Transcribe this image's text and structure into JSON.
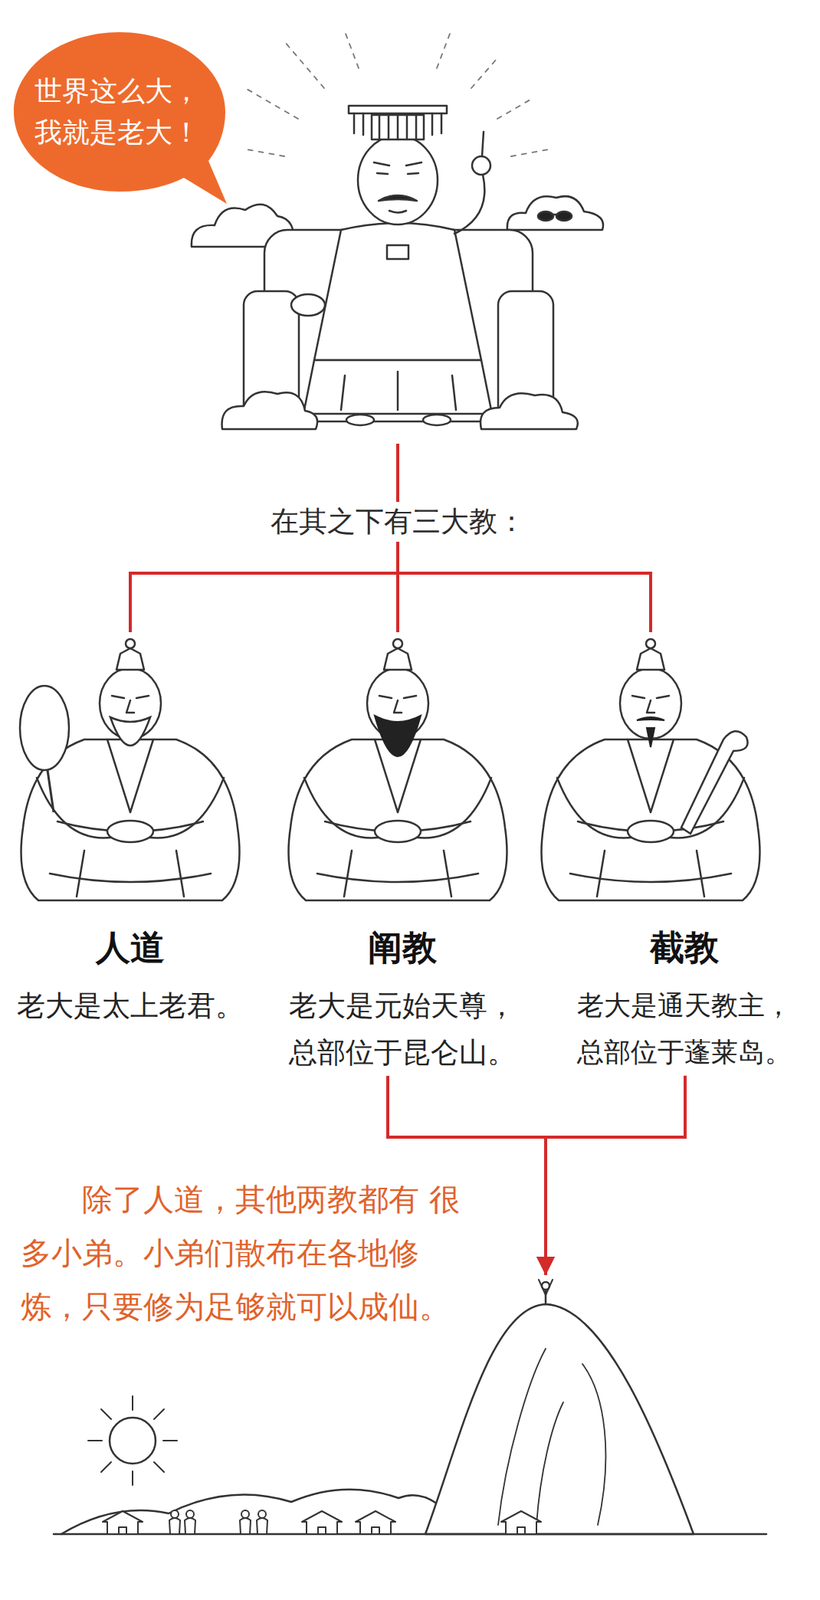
{
  "diagram": {
    "nodes": [
      {
        "text": [
          "世界这么大， 我就是老大！"
        ]
      },
      {
        "text": [
          "人道",
          "老大是太上老君。"
        ]
      },
      {
        "text": [
          "阐教",
          "老大是元始天尊， 总部位于昆仑山。"
        ]
      },
      {
        "text": [
          "截教",
          "老大是通天教主， 总部位于蓬莱岛。"
        ]
      },
      {
        "text": [
          "除了人道，其他两教都有 很多小弟。小弟们散布在各地修 炼，只要修为足够就可以成仙。"
        ]
      }
    ],
    "edges": [
      {
        "from": 0,
        "to": 1,
        "arrow": "none"
      },
      {
        "from": 0,
        "to": 2,
        "arrow": "none"
      },
      {
        "from": 0,
        "to": 3,
        "arrow": "none"
      },
      {
        "from": 2,
        "to": 4,
        "arrow": "to"
      },
      {
        "from": 3,
        "to": 4,
        "arrow": "to"
      }
    ],
    "labels": [
      "在其之下有三大教："
    ]
  }
}
